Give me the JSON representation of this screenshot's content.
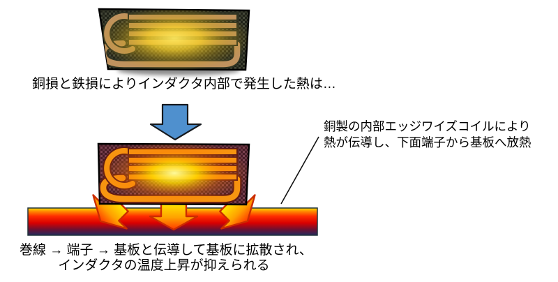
{
  "diagram": {
    "background_color": "#FFFFFF",
    "caption_top": "銅損と鉄損によりインダクタ内部で発生した熱は…",
    "flow_arrow": {
      "direction": "down",
      "fill_color": "#4F90CE",
      "outline_color": "#15191E"
    },
    "callout": {
      "line1": "銅製の内部エッジワイズコイルにより",
      "line2": "熱が伝導し、下面端子から基板へ放熱",
      "leader_line_color": "#111111"
    },
    "caption_bottom": {
      "line1": "巻線 → 端子 → 基板と伝導して基板に拡散され、",
      "line2": "インダクタの温度上昇が抑えられる"
    },
    "inductor_cool": {
      "meaning": "inductor with internal edgewise coil, heat generated inside",
      "body_color": "#23251C",
      "body_hatch_color": "#46493A",
      "coil_color": "#C0925E",
      "coil_outline_color": "#2F3322",
      "glow_color": "#F7CF2A",
      "shadow_color": "#8F8F8F"
    },
    "inductor_hot": {
      "meaning": "heated inductor mounted on PCB, conducting heat to board",
      "body_color": "#461C26",
      "body_hatch_color": "#7A4150",
      "coil_color": "#F79510",
      "coil_outline_color": "#5F1A14",
      "glow_color": "#FFD900"
    },
    "pcb_board": {
      "meaning": "substrate heated by dissipated heat",
      "gradient": [
        "#FFDF00",
        "#FF8C00",
        "#FF2D00",
        "#D90000",
        "#6F1030",
        "#232A5E"
      ],
      "outline_color": "#20333A"
    },
    "heat_arrows": {
      "count": 3,
      "directions": [
        "down-left",
        "down",
        "down-right"
      ],
      "color_top": "#FFE800",
      "color_mid": "#FFA000",
      "color_bottom": "#FF3800",
      "outline_color": "#CC2D00"
    }
  }
}
